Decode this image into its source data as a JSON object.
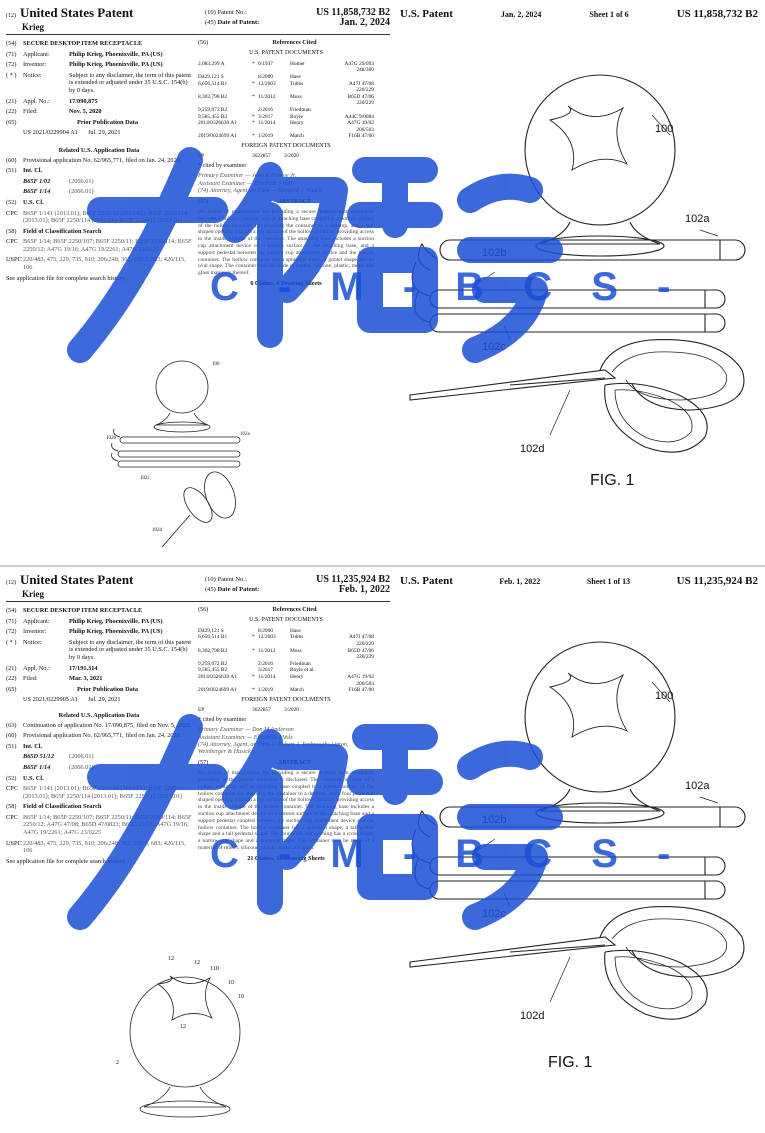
{
  "pages": [
    {
      "header": {
        "code12": "(12)",
        "title": "United States Patent",
        "inventor_short": "Krieg",
        "code10": "(10)",
        "patent_no_label": "Patent No.:",
        "patent_no": "US 11,858,732 B2",
        "code45": "(45)",
        "date_label": "Date of Patent:",
        "date": "Jan. 2, 2024"
      },
      "fields": {
        "title_code": "(54)",
        "title": "SECURE DESKTOP ITEM RECEPTACLE",
        "applicant_code": "(71)",
        "applicant_label": "Applicant:",
        "applicant": "Philip Krieg, Phoenixville, PA (US)",
        "inventor_code": "(72)",
        "inventor_label": "Inventor:",
        "inventor": "Philip Krieg, Phoenixville, PA (US)",
        "notice_code": "( * )",
        "notice_label": "Notice:",
        "notice": "Subject to any disclaimer, the term of this patent is extended or adjusted under 35 U.S.C. 154(b) by 0 days.",
        "appl_code": "(21)",
        "appl_label": "Appl. No.:",
        "appl_no": "17/090,875",
        "filed_code": "(22)",
        "filed_label": "Filed:",
        "filed": "Nov. 5, 2020",
        "prior_code": "(65)",
        "prior_heading": "Prior Publication Data",
        "prior_pub": "US 2021/0229904 A1",
        "prior_date": "Jul. 29, 2021",
        "related_heading": "Related U.S. Application Data",
        "related_code": "(60)",
        "related": "Provisional application No. 62/965,771, filed on Jan. 24, 2020.",
        "intcl_code": "(51)",
        "intcl_label": "Int. Cl.",
        "intcl_1": "B65F 1/02",
        "intcl_1_date": "(2006.01)",
        "intcl_2": "B65F 1/14",
        "intcl_2_date": "(2006.01)",
        "uscl_code": "(52)",
        "uscl_label": "U.S. Cl.",
        "cpc_label": "CPC",
        "cpc": "B65F 1/141 (2013.01); B65F 2250/10 (2013.01); B65F 2250/114 (2013.01); B65F 2250/114 (2013.01); B65F 2250/12 (2013.01)",
        "field_code": "(58)",
        "field_label": "Field of Classification Search",
        "field_cpc_label": "CPC",
        "field_cpc": "B65F 1/14; B65F 2250/107; B65F 2250/11; B65F 2250/114; B65F 2250/12; A47G 19/16; A47G 19/2261; A47G 23/0225",
        "uspc_label": "USPC",
        "uspc": "220/483, 475, 229, 735, 810; 206/248, 362, 205.5, 683; 426/115, 106",
        "see_app": "See application file for complete search history."
      },
      "refs": {
        "code": "(56)",
        "heading": "References Cited",
        "us_heading": "U.S. PATENT DOCUMENTS",
        "us_refs": [
          {
            "no": "2,083,299 A",
            "flag": "*",
            "date": "6/1937",
            "name": "Homer",
            "cls": "A47G 29/093 248/300"
          },
          {
            "no": "D429,121 S",
            "flag": "",
            "date": "8/2000",
            "name": "Hase",
            "cls": ""
          },
          {
            "no": "6,656,514 B1",
            "flag": "*",
            "date": "12/2003",
            "name": "Tubbs",
            "cls": "A47J 47/08 220/229"
          },
          {
            "no": "8,302,798 B2",
            "flag": "*",
            "date": "11/2012",
            "name": "Moss",
            "cls": "B65D 47/06 220/229"
          },
          {
            "no": "9,259,072 B2",
            "flag": "",
            "date": "2/2016",
            "name": "Friedman",
            "cls": ""
          },
          {
            "no": "9,585,455 B2",
            "flag": "*",
            "date": "3/2017",
            "name": "Boyle",
            "cls": "A44C 9/0084"
          },
          {
            "no": "2014/0326630 A1",
            "flag": "*",
            "date": "11/2014",
            "name": "Henry",
            "cls": "A47G 19/02 206/503"
          },
          {
            "no": "2019/0024699 A1",
            "flag": "*",
            "date": "1/2019",
            "name": "Match",
            "cls": "F16B 47/00"
          }
        ],
        "foreign_heading": "FOREIGN PATENT DOCUMENTS",
        "foreign_refs": [
          {
            "country": "EP",
            "no": "3622857",
            "date": "3/2020"
          }
        ],
        "cited": "* cited by examiner",
        "examiner": "Primary Examiner — John K Fristoe Jr.",
        "asst": "Assistant Examiner — Elizabeth J Volz",
        "attorney": "(74) Attorney, Agent, or Firm — Stanford J. Plutch",
        "abstract_code": "(57)",
        "abstract_heading": "ABSTRACT",
        "abstract": "An article of manufacture for providing a secure desktop item receptacle includes a hollow container and an attaching base coupled to a bottom surface of the hollow container for attaching the container to a desktop, and a star shaped opening through a top surface of the hollow container providing access to the inside volume of the container. The attaching base includes a suction cup attachment device on a bottom surface of the attaching base, and a support pedestal between the suction cup attachment device and the hollow container. The hollow container has a spherical shape, a goblet shape and an oval shape. The container may be made of rubber, silicone, plastic, metal and glass materials thereof.",
        "claims": "6 Claims, 6 Drawing Sheets"
      },
      "sheet": {
        "left": "U.S. Patent",
        "date": "Jan. 2, 2024",
        "sheet": "Sheet 1 of 6",
        "no": "US 11,858,732 B2"
      },
      "labels": {
        "n100": "100",
        "n102a": "102a",
        "n102b": "102b",
        "n102c": "102c",
        "n102d": "102d",
        "fig": "FIG. 1"
      },
      "thumb_labels": {
        "n100": "100",
        "n102a": "102a",
        "n102b": "102b",
        "n102c": "102c",
        "n102d": "102d"
      }
    },
    {
      "header": {
        "code12": "(12)",
        "title": "United States Patent",
        "inventor_short": "Krieg",
        "code10": "(10)",
        "patent_no_label": "Patent No.:",
        "patent_no": "US 11,235,924 B2",
        "code45": "(45)",
        "date_label": "Date of Patent:",
        "date": "Feb. 1, 2022"
      },
      "fields": {
        "title_code": "(54)",
        "title": "SECURE DESKTOP ITEM RECEPTACLE",
        "applicant_code": "(71)",
        "applicant_label": "Applicant:",
        "applicant": "Philip Krieg, Phoenixville, PA (US)",
        "inventor_code": "(72)",
        "inventor_label": "Inventor:",
        "inventor": "Philip Krieg, Phoenixville, PA (US)",
        "notice_code": "( * )",
        "notice_label": "Notice:",
        "notice": "Subject to any disclaimer, the term of this patent is extended or adjusted under 35 U.S.C. 154(b) by 0 days.",
        "appl_code": "(21)",
        "appl_label": "Appl. No.:",
        "appl_no": "17/191,314",
        "filed_code": "(22)",
        "filed_label": "Filed:",
        "filed": "Mar. 3, 2021",
        "prior_code": "(65)",
        "prior_heading": "Prior Publication Data",
        "prior_pub": "US 2021/0229905 A1",
        "prior_date": "Jul. 29, 2021",
        "related_heading": "Related U.S. Application Data",
        "related_code": "(63)",
        "related": "Continuation of application No. 17/090,875, filed on Nov. 5, 2020.",
        "related2_code": "(60)",
        "related2": "Provisional application No. 62/965,771, filed on Jan. 24, 2020.",
        "intcl_code": "(51)",
        "intcl_label": "Int. Cl.",
        "intcl_1": "B65D 51/12",
        "intcl_1_date": "(2006.01)",
        "intcl_2": "B65F 1/14",
        "intcl_2_date": "(2006.01)",
        "uscl_code": "(52)",
        "uscl_label": "U.S. Cl.",
        "cpc_label": "CPC",
        "cpc": "B65F 1/141 (2013.01); B65F 2250/10 (2013.01); B65F 2250/11 (2013.01); B65F 2250/114 (2013.01); B65F 2250/12 (2013.01)",
        "field_code": "(58)",
        "field_label": "Field of Classification Search",
        "field_cpc_label": "CPC",
        "field_cpc": "B65F 1/14; B65F 2250/107; B65F 2250/11; B65F 2250/114; B65F 2250/12; A47G 47/08; B65D 47/0823; B65D 25/13; A47G 19/16; A47G 19/2261; A47G 23/0225",
        "uspc_label": "USPC",
        "uspc": "220/483, 475, 229, 735, 810; 206/248, 362, 205.5, 683; 426/115, 106",
        "see_app": "See application file for complete search history."
      },
      "refs": {
        "code": "(56)",
        "heading": "References Cited",
        "us_heading": "U.S. PATENT DOCUMENTS",
        "us_refs": [
          {
            "no": "D429,121 S",
            "flag": "",
            "date": "8/2000",
            "name": "Hase",
            "cls": ""
          },
          {
            "no": "6,656,514 B1",
            "flag": "*",
            "date": "12/2003",
            "name": "Tubbs",
            "cls": "A47J 47/08 220/229"
          },
          {
            "no": "8,302,798 B2",
            "flag": "*",
            "date": "11/2012",
            "name": "Moss",
            "cls": "B65D 47/06 220/229"
          },
          {
            "no": "9,259,072 B2",
            "flag": "",
            "date": "2/2016",
            "name": "Friedman",
            "cls": ""
          },
          {
            "no": "9,585,455 B2",
            "flag": "",
            "date": "3/2017",
            "name": "Boyle et al.",
            "cls": ""
          },
          {
            "no": "2014/0326630 A1",
            "flag": "*",
            "date": "11/2014",
            "name": "Henry",
            "cls": "A47G 19/02 206/503"
          },
          {
            "no": "2019/0024699 A1",
            "flag": "*",
            "date": "1/2019",
            "name": "Match",
            "cls": "F16B 47/00"
          }
        ],
        "foreign_heading": "FOREIGN PATENT DOCUMENTS",
        "foreign_refs": [
          {
            "country": "EP",
            "no": "3622857",
            "date": "3/2020"
          }
        ],
        "cited": "* cited by examiner",
        "examiner": "Primary Examiner — Don M Anderson",
        "asst": "Assistant Examiner — Elizabeth J Volz",
        "attorney": "(74) Attorney, Agent, or Firm — Robert J. Yarbrough; Lipton, Weinberger & Husick",
        "abstract_code": "(57)",
        "abstract_heading": "ABSTRACT",
        "abstract": "An article of manufacture for providing a secure desktop item receptacle according to the present invention is disclosed. The container is made of a hollow container and an attaching base coupled to a bottom surface of the hollow container for attaching the container to a desktop, and a four point star shaped opening through a top surface of the hollow container providing access to the inside volume of the hollow container. The attaching base includes a suction cup attachment device on a bottom surface of the attaching base and a support pedestal coupled between the suction cup attachment device and the hollow container. The hollow container has a spherical shape, a tall goblet shape and a tall pedestal shape. The four point star opening has a cross shape, a narrow star shape and a diamond shape. The container may be made of a material of rubber, silicone, plastic, metal and glass.",
        "claims": "21 Claims, 13 Drawing Sheets"
      },
      "sheet": {
        "left": "U.S. Patent",
        "date": "Feb. 1, 2022",
        "sheet": "Sheet 1 of 13",
        "no": "US 11,235,924 B2"
      },
      "labels": {
        "n100": "100",
        "n102a": "102a",
        "n102b": "102b",
        "n102c": "102c",
        "n102d": "102d",
        "fig": "FIG. 1"
      },
      "thumb_labels": {
        "n12a": "12",
        "n12b": "12",
        "n110": "110",
        "n10a": "10",
        "n10b": "10",
        "n12c": "12",
        "n2": "2"
      }
    }
  ],
  "watermark": {
    "text": "C - M - B C S -",
    "color": "#1a4fd6"
  }
}
